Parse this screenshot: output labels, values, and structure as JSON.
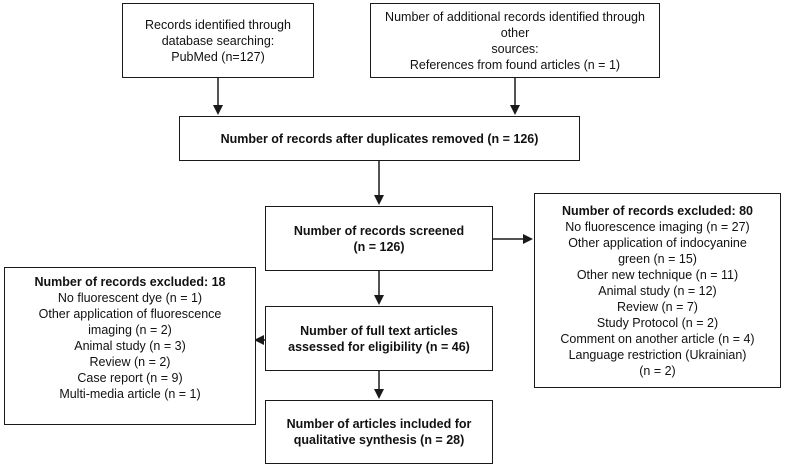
{
  "boxes": {
    "identified": {
      "lines": [
        "Records identified through",
        "database searching:",
        "PubMed (n=127)"
      ]
    },
    "additional": {
      "lines": [
        "Number of additional records identified through other",
        "sources:",
        "References from found articles (n = 1)"
      ]
    },
    "duplicates": {
      "lines": [
        "Number of records after duplicates removed (n = 126)"
      ]
    },
    "screened": {
      "lines": [
        "Number of records screened",
        "(n = 126)"
      ]
    },
    "excluded_80": {
      "header": "Number of records excluded: 80",
      "lines": [
        "No fluorescence imaging (n = 27)",
        "Other application of indocyanine",
        "green (n = 15)",
        "Other new technique (n = 11)",
        "Animal study (n = 12)",
        "Review (n = 7)",
        "Study Protocol (n = 2)",
        "Comment on another article (n = 4)",
        "Language restriction (Ukrainian)",
        "(n = 2)"
      ]
    },
    "fulltext": {
      "lines": [
        "Number of full text articles",
        "assessed for eligibility (n = 46)"
      ]
    },
    "excluded_18": {
      "header": "Number of records excluded: 18",
      "lines": [
        "No fluorescent dye (n = 1)",
        "Other application of fluorescence",
        "imaging (n = 2)",
        "Animal study (n = 3)",
        "Review (n = 2)",
        "Case report (n = 9)",
        "Multi-media article (n = 1)"
      ]
    },
    "included": {
      "lines": [
        "Number of articles included for",
        "qualitative synthesis (n = 28)"
      ]
    }
  },
  "colors": {
    "line": "#1a1a1a",
    "background": "#ffffff"
  }
}
